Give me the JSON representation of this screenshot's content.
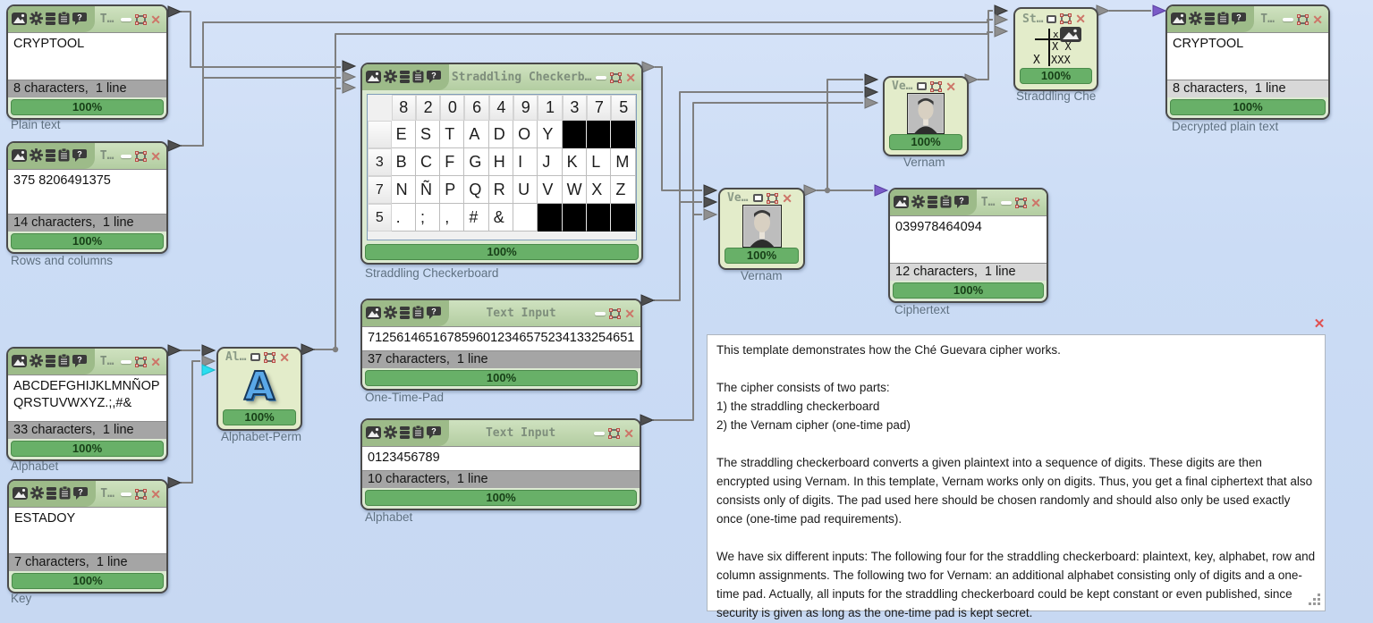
{
  "colors": {
    "canvas_bg": "#cbdcf5",
    "node_bg": "#dcead2",
    "node_border": "#4a4a4a",
    "header_green": "#b3cda1",
    "progress_green": "#68b068",
    "wire_gray": "#7f7f7f",
    "arrow_dark": "#4f4f4f",
    "arrow_gray": "#8f8f8f",
    "arrow_purple": "#7a5bc7",
    "arrow_cyan": "#2adef0",
    "close_red": "#cd7568",
    "panel_close_red": "#e05050"
  },
  "icon_strip": [
    "image-icon",
    "gear-icon",
    "stack-icon",
    "clipboard-icon",
    "help-icon"
  ],
  "nodes": {
    "plain_text": {
      "title": "T…",
      "value": "CRYPTOOL",
      "status": "8 characters,  1 line",
      "progress": "100%",
      "label": "Plain text"
    },
    "rows_and_columns": {
      "title": "T…",
      "value": "375 8206491375",
      "status": "14 characters,  1 line",
      "progress": "100%",
      "label": "Rows and columns"
    },
    "alphabet_input": {
      "title": "T…",
      "value": "ABCDEFGHIJKLMNÑOPQRSTUVWXYZ.;,#&",
      "status": "33 characters,  1 line",
      "progress": "100%",
      "label": "Alphabet"
    },
    "key": {
      "title": "T…",
      "value": "ESTADOY",
      "status": "7 characters,  1 line",
      "progress": "100%",
      "label": "Key"
    },
    "alphabet_perm": {
      "title": "Al…",
      "progress": "100%",
      "label": "Alphabet-Perm",
      "icon": "blue-letter-a-icon"
    },
    "straddling_checkerboard": {
      "title": "Straddling Checkerb…",
      "progress": "100%",
      "label": "Straddling Checkerboard"
    },
    "one_time_pad": {
      "title": "Text Input",
      "value": "7125614651678596012346575234133254651",
      "status": "37 characters,  1 line",
      "progress": "100%",
      "label": "One-Time-Pad"
    },
    "alphabet_digits": {
      "title": "Text Input",
      "value": "0123456789",
      "status": "10 characters,  1 line",
      "progress": "100%",
      "label": "Alphabet"
    },
    "vernam_encrypt": {
      "title": "Ve…",
      "progress": "100%",
      "label": "Vernam",
      "icon": "vernam-portrait-icon"
    },
    "vernam_decrypt": {
      "title": "Ve…",
      "progress": "100%",
      "label": "Vernam",
      "icon": "vernam-portrait-icon"
    },
    "ciphertext": {
      "title": "T…",
      "value": "039978464094",
      "status": "12 characters,  1 line",
      "progress": "100%",
      "label": "Ciphertext"
    },
    "straddling_decrypt": {
      "title": "St…",
      "progress": "100%",
      "label": "Straddling Che",
      "icon": "checkerboard-icon"
    },
    "decrypted": {
      "title": "T…",
      "value": "CRYPTOOL",
      "status": "8 characters,  1 line",
      "progress": "100%",
      "label": "Decrypted plain text"
    }
  },
  "checkerboard": {
    "header": [
      "8",
      "2",
      "0",
      "6",
      "4",
      "9",
      "1",
      "3",
      "7",
      "5"
    ],
    "rows": [
      {
        "label": "",
        "cells": [
          "E",
          "S",
          "T",
          "A",
          "D",
          "O",
          "Y",
          null,
          null,
          null
        ]
      },
      {
        "label": "3",
        "cells": [
          "B",
          "C",
          "F",
          "G",
          "H",
          "I",
          "J",
          "K",
          "L",
          "M"
        ]
      },
      {
        "label": "7",
        "cells": [
          "N",
          "Ñ",
          "P",
          "Q",
          "R",
          "U",
          "V",
          "W",
          "X",
          "Z"
        ]
      },
      {
        "label": "5",
        "cells": [
          ".",
          ";",
          ",",
          "#",
          "&",
          " ",
          null,
          null,
          null,
          null
        ]
      }
    ]
  },
  "description_panel": {
    "text": "This template demonstrates how the Ché Guevara cipher works.\n\nThe cipher consists of two parts:\n1) the straddling checkerboard\n2) the Vernam cipher (one-time pad)\n\nThe straddling checkerboard converts a given plaintext into a sequence of digits. These digits are then encrypted using Vernam. In this template, Vernam works only on digits. Thus, you get a final ciphertext that also consists only of digits. The pad used here should be chosen randomly and should also only be used exactly once (one-time pad requirements).\n\nWe have six different inputs: The following four for the straddling checkerboard: plaintext, key, alphabet, row and column assignments. The following two for Vernam: an additional alphabet consisting only of digits and a one-time pad. Actually, all inputs for the straddling checkerboard could be kept constant or even published, since security is given as long as the one-time pad is kept secret.",
    "close_glyph": "✕"
  }
}
